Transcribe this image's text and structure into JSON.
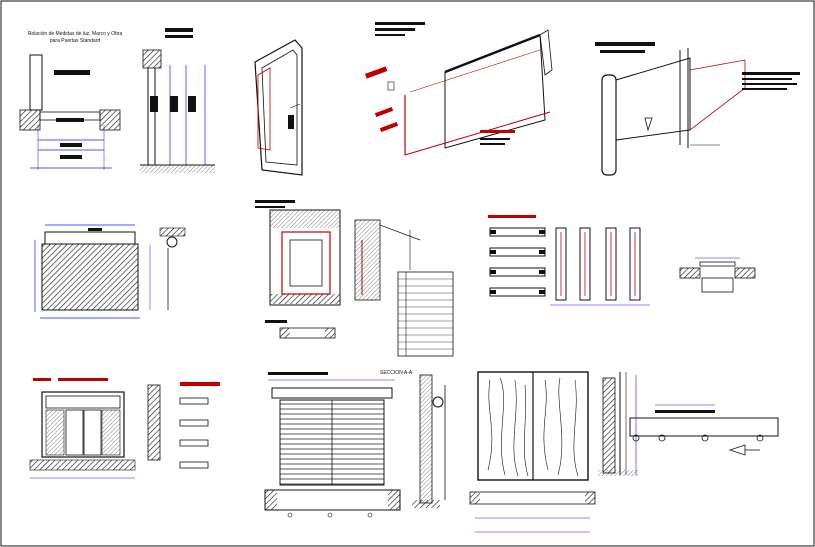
{
  "sheet": {
    "title_lines": [
      "Relación de Medidas de luz, Marco y Obra",
      "para Puertas Standard"
    ],
    "section_label": "SECCION A-A"
  },
  "colors": {
    "line": "#111111",
    "dimension": "#1a1aff",
    "accent": "#c00000",
    "paper": "#ffffff"
  }
}
